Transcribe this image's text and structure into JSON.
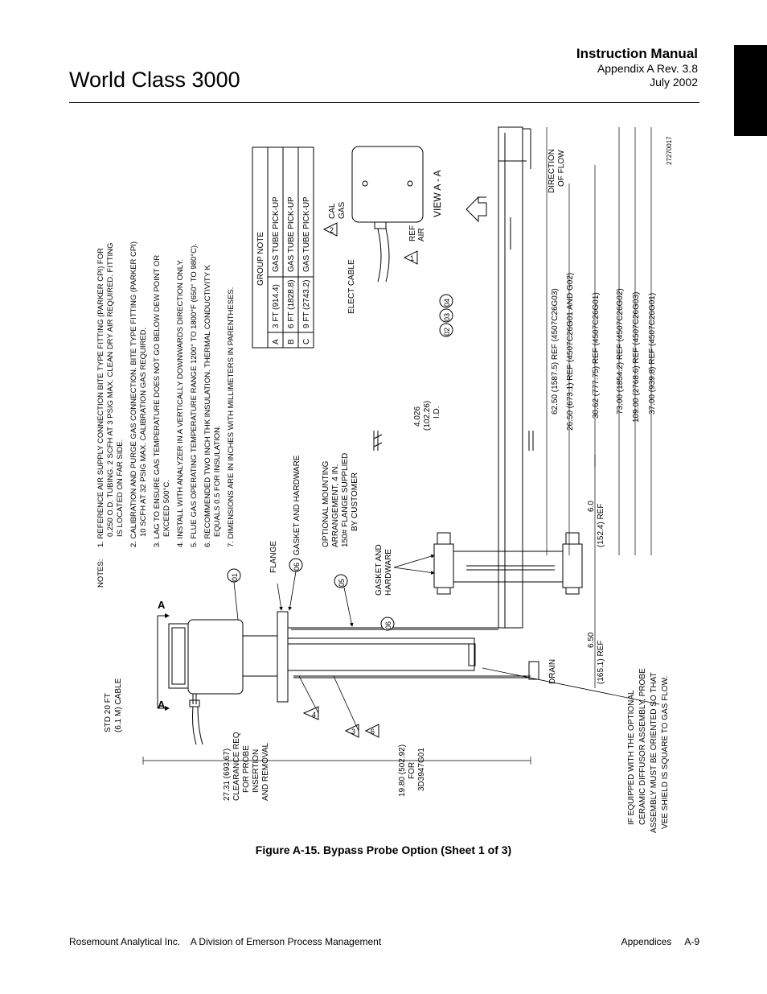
{
  "header": {
    "title": "World Class 3000",
    "manual": "Instruction Manual",
    "appendix": "Appendix A  Rev. 3.8",
    "date": "July 2002"
  },
  "figure": {
    "drawing_number": "27270017",
    "notes_label": "NOTES:",
    "notes": [
      "1.  REFERENCE AIR SUPPLY CONNECTION BITE TYPE FITTING (PARKER CPI) FOR",
      "0.250 O.D. TUBING. 2 SCFH AT 3 PSIG MAX. CLEAN DRY AIR REQUIRED. FITTING",
      "IS LOCATED ON FAR SIDE.",
      "2.  CALIBRATION AND PURGE GAS CONNECTION. BITE TYPE FITTING (PARKER CPI)",
      "10 SCFH AT 32 PSIG MAX. CALIBRATION GAS REQUIRED.",
      "3.  LAG TO ENSURE GAS TEMPERATURE DOES NOT GO BELOW DEW POINT OR",
      "EXCEED 500°C.",
      "4.  INSTALL WITH ANALYZER IN A VERTICALLY DOWNWARDS DIRECTION ONLY.",
      "5.  FLUE GAS OPERATING TEMPERATURE RANGE 1200° TO 1800°F (650° TO 980°C).",
      "6.  RECOMMENDED TWO INCH THK INSULATION. THERMAL CONDUCTIVITY K",
      "EQUALS 0.5 FOR INSULATION.",
      "7.  DIMENSIONS ARE IN INCHES WITH MILLIMETERS IN PARENTHESES."
    ],
    "group_note": {
      "title": "GROUP NOTE",
      "rows": [
        [
          "A",
          "3 FT (914.4)",
          "GAS TUBE PICK-UP"
        ],
        [
          "B",
          "6 FT (1828.8)",
          "GAS TUBE PICK-UP"
        ],
        [
          "C",
          "9 FT (2743.2)",
          "GAS TUBE PICK-UP"
        ]
      ]
    },
    "labels": {
      "std_cable": "STD 20 FT",
      "std_cable2": "(6.1 M) CABLE",
      "clearance": [
        "27.31 (693.67)",
        "CLEARANCE REQ",
        "FOR PROBE",
        "INSERTION",
        "AND REMOVAL"
      ],
      "for_dim": [
        "19.80 (502.92)",
        "FOR",
        "3D3947G01"
      ],
      "flange": "FLANGE",
      "gasket_hardware": "GASKET AND HARDWARE",
      "optional_mounting": [
        "OPTIONAL MOUNTING",
        "ARRANGEMENT, 4 IN.",
        "150# FLANGE SUPPLIED",
        "BY CUSTOMER"
      ],
      "gasket_and": [
        "GASKET AND",
        "HARDWARE"
      ],
      "id_dim": [
        "4.026",
        "(102.26)",
        "I.D."
      ],
      "elect_cable": "ELECT CABLE",
      "ref_air": [
        "REF",
        "AIR"
      ],
      "cal_gas": [
        "CAL",
        "GAS"
      ],
      "view_aa": "VIEW A - A",
      "direction_flow": [
        "DIRECTION",
        "OF FLOW"
      ],
      "dim_6_5": [
        "6.50",
        "(165.1) REF"
      ],
      "dim_6_0": [
        "6.0",
        "(152.4) REF"
      ],
      "dim_62": "62.50 (1587.5) REF (4507C26G03)",
      "dim_26": "26.50 (673.1) REF (4507C26G01 AND G02)",
      "dim_30": "30.62 (777.75) REF (4507C26G01)",
      "dim_73": "73.00 (1854.2) REF (4507C26G02)",
      "dim_109": "109.00 (2768.6) REF (4507C26G03)",
      "dim_37": "37.00 (939.8) REF (4507C26G01)",
      "drain": "DRAIN",
      "diffuser_note": [
        "IF EQUIPPED WITH THE OPTIONAL",
        "CERAMIC DIFFUSOR ASSEMBLY, PROBE",
        "ASSEMBLY MUST BE ORIENTED SO THAT",
        "VEE SHIELD IS SQUARE TO GAS FLOW."
      ],
      "section_a": "A",
      "callout_01": "01",
      "callout_02": "02",
      "callout_03": "03",
      "callout_04": "04",
      "callout_05": "05",
      "callout_06": "06",
      "tri_1": "1",
      "tri_2": "2",
      "tri_3": "3",
      "tri_4": "4",
      "tri_6": "6"
    },
    "caption": "Figure A-15.  Bypass Probe Option (Sheet 1 of 3)"
  },
  "footer": {
    "left": "Rosemount Analytical Inc.    A Division of Emerson Process Management",
    "right": "Appendices     A-9"
  }
}
